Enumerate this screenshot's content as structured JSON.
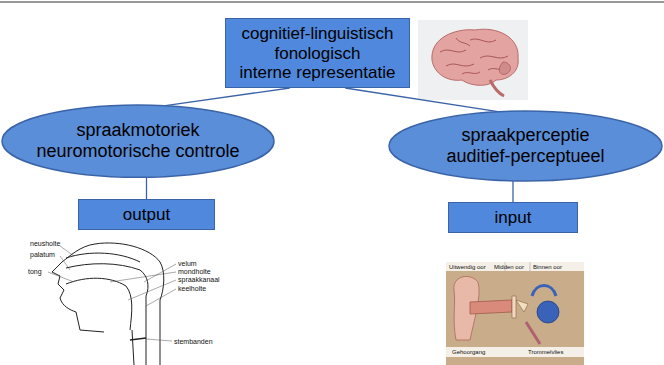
{
  "diagram": {
    "nodes": [
      {
        "text": [
          "cognitief-linguistisch",
          "fonologisch",
          "interne representatie"
        ]
      },
      {
        "text": [
          "spraakmotoriek",
          "neuromotorische controle"
        ]
      },
      {
        "text": [
          "spraakperceptie",
          "auditief-perceptueel"
        ]
      },
      {
        "text": [
          "output"
        ]
      },
      {
        "text": [
          "input"
        ]
      }
    ],
    "edges": [
      {
        "from": 0,
        "to": 1,
        "arrow": "none"
      },
      {
        "from": 0,
        "to": 2,
        "arrow": "none"
      },
      {
        "from": 1,
        "to": 3,
        "arrow": "none"
      },
      {
        "from": 2,
        "to": 4,
        "arrow": "none"
      }
    ],
    "labels": [
      "neusholte",
      "palatum",
      "tong",
      "velum",
      "mondholte",
      "spraakkanaal",
      "keelholte",
      "stembanden",
      "Uitwendig oor",
      "Midden oor",
      "Binnen oor",
      "Gehoorgang",
      "Trommelvlies"
    ]
  }
}
